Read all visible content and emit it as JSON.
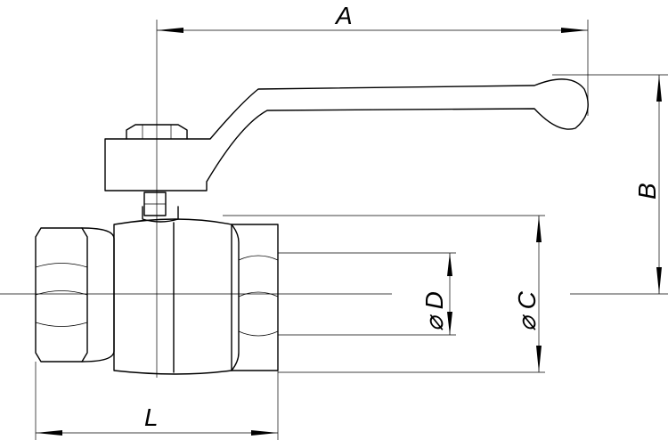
{
  "dimensions": {
    "A": {
      "label": "A"
    },
    "B": {
      "label": "B"
    },
    "C": {
      "label": "⌀ C"
    },
    "D": {
      "label": "⌀ D"
    },
    "L": {
      "label": "L"
    }
  }
}
